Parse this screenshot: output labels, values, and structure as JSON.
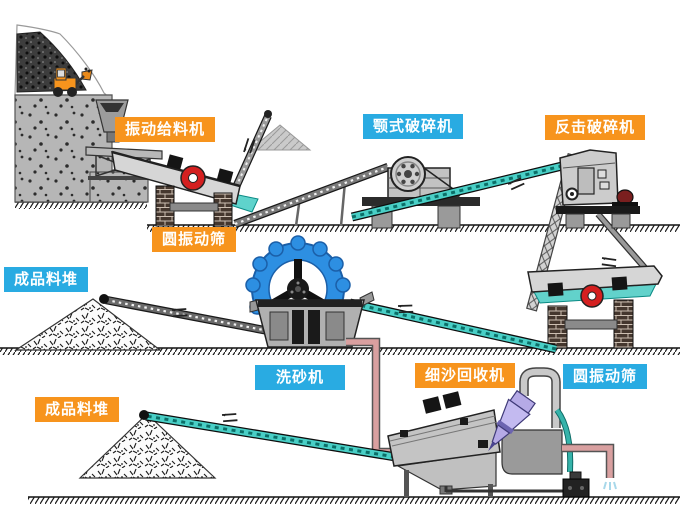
{
  "labels": [
    {
      "id": "vibrating-feeder",
      "text": "振动给料机",
      "color": "orange"
    },
    {
      "id": "jaw-crusher",
      "text": "颚式破碎机",
      "color": "blue"
    },
    {
      "id": "impact-crusher",
      "text": "反击破碎机",
      "color": "orange"
    },
    {
      "id": "circular-screen-1",
      "text": "圆振动筛",
      "color": "orange"
    },
    {
      "id": "finished-pile-mid",
      "text": "成品料堆",
      "color": "blue"
    },
    {
      "id": "sand-washer",
      "text": "洗砂机",
      "color": "blue"
    },
    {
      "id": "fine-sand-recycler",
      "text": "细沙回收机",
      "color": "orange"
    },
    {
      "id": "circular-screen-2",
      "text": "圆振动筛",
      "color": "blue"
    },
    {
      "id": "finished-pile-bottom",
      "text": "成品料堆",
      "color": "orange"
    }
  ],
  "colors": {
    "label_orange": "#f7941d",
    "label_blue": "#29abe2",
    "belt_teal": "#49cfc6",
    "washer_wheel_blue": "#2d8fe2",
    "screen_motor_red": "#d42020",
    "pipe_pink": "#d9a0a0",
    "cyclone_purple": "#b5aae6"
  }
}
